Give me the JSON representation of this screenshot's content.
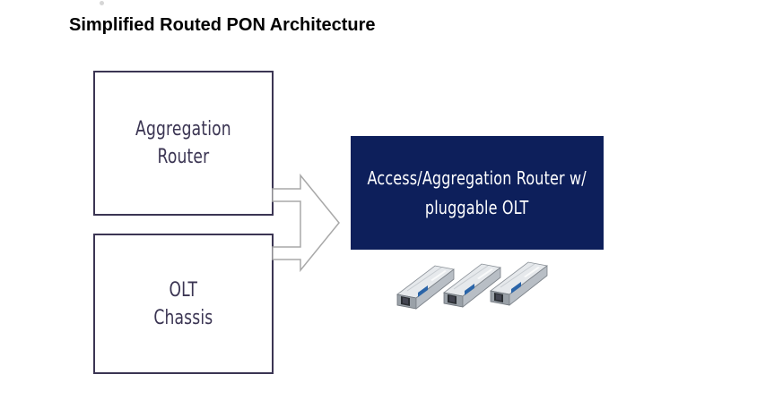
{
  "title": "Simplified Routed PON Architecture",
  "boxes": {
    "aggregation_router": {
      "line1": "Aggregation",
      "line2": "Router"
    },
    "olt_chassis": {
      "line1": "OLT",
      "line2": "Chassis"
    },
    "access_router": {
      "line1": "Access/Aggregation Router w/",
      "line2": "pluggable OLT"
    }
  },
  "colors": {
    "box_border": "#3b3553",
    "box_text": "#3b3553",
    "access_fill": "#0d1f5b",
    "access_text": "#ffffff",
    "arrow_stroke": "#a8a8a8"
  },
  "icons": [
    "sfp-transceiver-icon",
    "sfp-transceiver-icon",
    "sfp-transceiver-icon"
  ]
}
